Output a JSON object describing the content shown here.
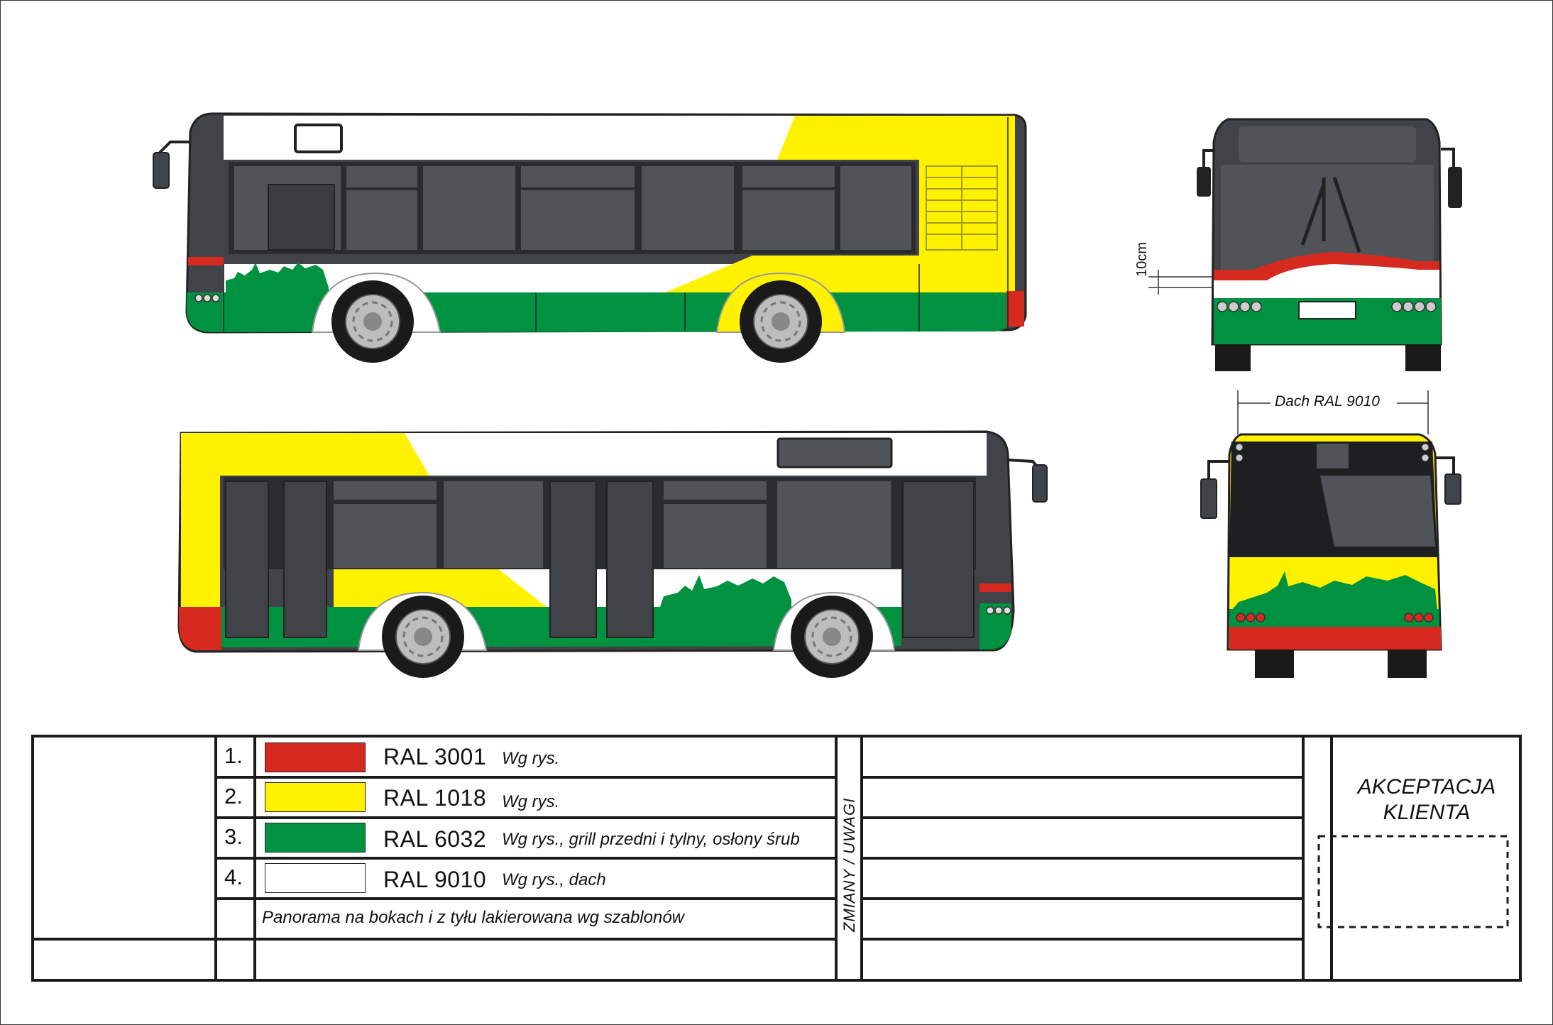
{
  "colors": {
    "red": "#d62a20",
    "yellow": "#fff200",
    "green": "#009240",
    "white": "#ffffff",
    "dark_grey": "#404347",
    "window_grey": "#505458"
  },
  "annotations": {
    "front_dimension": "10cm",
    "roof_label": "Dach RAL 9010"
  },
  "legend": {
    "rows": [
      {
        "number": "1.",
        "swatch": "#d62a20",
        "ral": "RAL 3001",
        "note": "Wg rys."
      },
      {
        "number": "2.",
        "swatch": "#fff200",
        "ral": "RAL 1018",
        "note": "Wg rys."
      },
      {
        "number": "3.",
        "swatch": "#009240",
        "ral": "RAL 6032",
        "note": "Wg rys., grill przedni i tylny, osłony śrub"
      },
      {
        "number": "4.",
        "swatch": "#ffffff",
        "ral": "RAL 9010",
        "note": "Wg rys., dach"
      }
    ],
    "panorama_note": "Panorama na bokach i z tyłu lakierowana wg szablonów"
  },
  "changes_label": "ZMIANY / UWAGI",
  "acceptance": {
    "line1": "AKCEPTACJA",
    "line2": "KLIENTA"
  }
}
